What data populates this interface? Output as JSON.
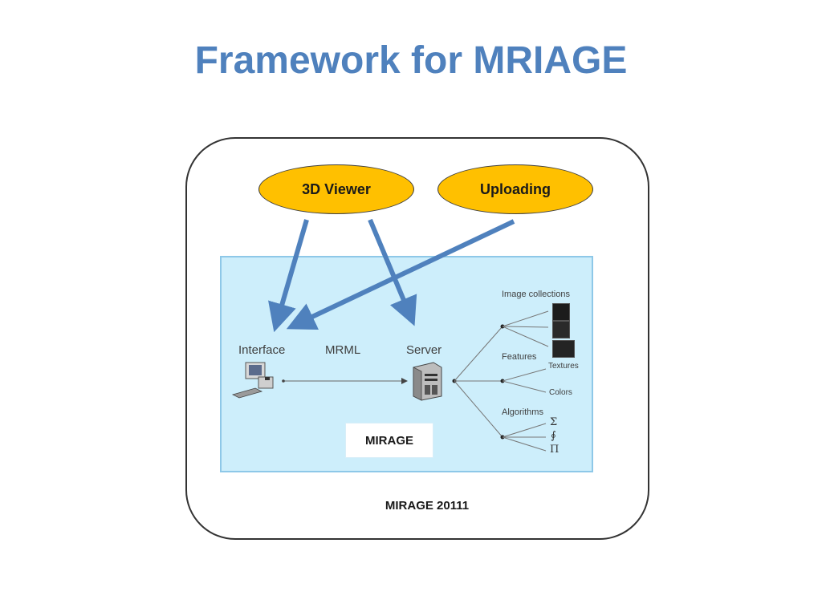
{
  "title": "Framework for MRIAGE",
  "ellipses": {
    "viewer": "3D Viewer",
    "uploading": "Uploading"
  },
  "diagram": {
    "interface_label": "Interface",
    "protocol_label": "MRML",
    "server_label": "Server",
    "branches": {
      "image_collections": "Image collections",
      "features": "Features",
      "textures": "Textures",
      "colors": "Colors",
      "algorithms": "Algorithms"
    },
    "algorithm_symbols": [
      "Σ",
      "∮",
      "Π"
    ],
    "system_name": "MIRAGE"
  },
  "caption": "MIRAGE 20111",
  "colors": {
    "title": "#4f81bd",
    "ellipse_fill": "#ffc000",
    "panel_fill": "#cdeefb",
    "arrow": "#4f81bd"
  },
  "icons": [
    "computer-icon",
    "server-icon",
    "image-thumbnail-icon"
  ]
}
